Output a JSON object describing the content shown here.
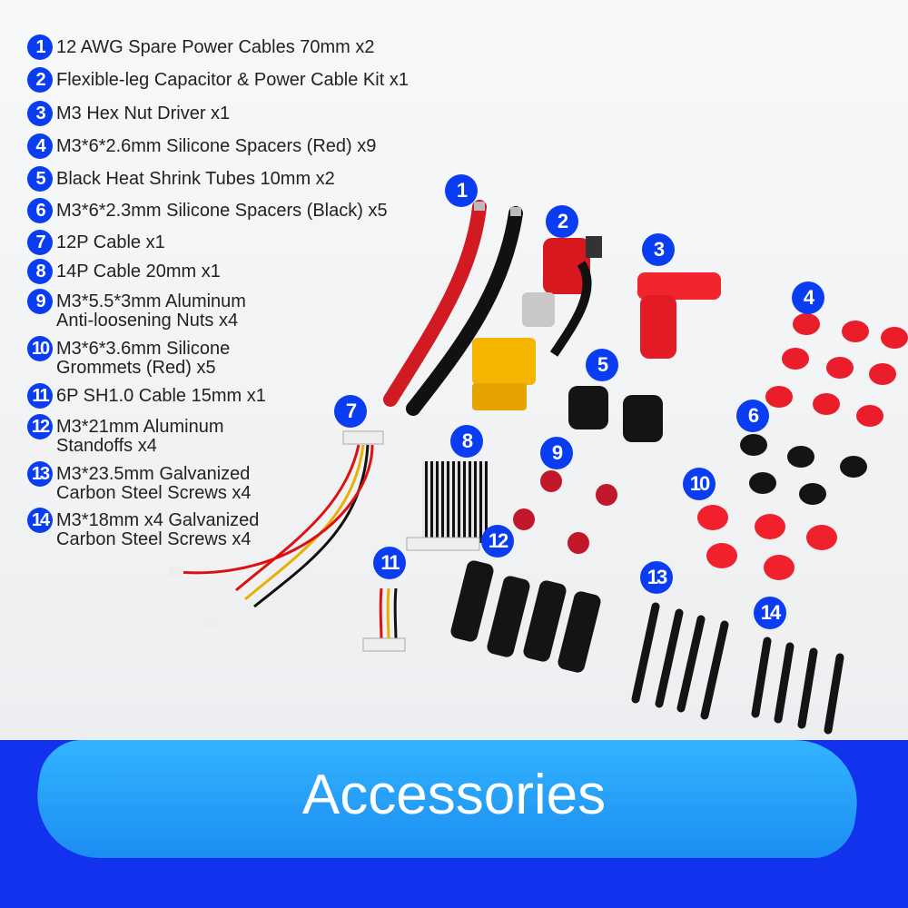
{
  "items": [
    {
      "num": "1",
      "line1": "12 AWG Spare Power Cables 70mm x2",
      "line2": ""
    },
    {
      "num": "2",
      "line1": "Flexible-leg Capacitor & Power Cable Kit x1",
      "line2": ""
    },
    {
      "num": "3",
      "line1": "M3 Hex Nut Driver x1",
      "line2": ""
    },
    {
      "num": "4",
      "line1": "M3*6*2.6mm Silicone Spacers (Red) x9",
      "line2": ""
    },
    {
      "num": "5",
      "line1": "Black Heat Shrink Tubes 10mm x2",
      "line2": ""
    },
    {
      "num": "6",
      "line1": "M3*6*2.3mm Silicone Spacers (Black) x5",
      "line2": ""
    },
    {
      "num": "7",
      "line1": "12P Cable x1",
      "line2": ""
    },
    {
      "num": "8",
      "line1": "14P Cable 20mm x1",
      "line2": ""
    },
    {
      "num": "9",
      "line1": "M3*5.5*3mm Aluminum",
      "line2": "Anti-loosening Nuts x4"
    },
    {
      "num": "10",
      "line1": "M3*6*3.6mm Silicone",
      "line2": "Grommets (Red) x5"
    },
    {
      "num": "11",
      "line1": "6P SH1.0 Cable 15mm x1",
      "line2": ""
    },
    {
      "num": "12",
      "line1": "M3*21mm Aluminum",
      "line2": "Standoffs x4"
    },
    {
      "num": "13",
      "line1": "M3*23.5mm Galvanized",
      "line2": "Carbon Steel Screws x4"
    },
    {
      "num": "14",
      "line1": "M3*18mm x4 Galvanized",
      "line2": "Carbon Steel Screws x4"
    }
  ],
  "callouts": [
    "1",
    "2",
    "3",
    "4",
    "5",
    "6",
    "7",
    "8",
    "9",
    "10",
    "11",
    "12",
    "13",
    "14"
  ],
  "banner": {
    "title": "Accessories"
  },
  "colors": {
    "badge": "#0a3df2",
    "banner_blue": "#1232ee",
    "banner_cyan": "#1b8df2",
    "part_red": "#e8202a",
    "part_black": "#151515",
    "connector_yellow": "#f5b400"
  }
}
